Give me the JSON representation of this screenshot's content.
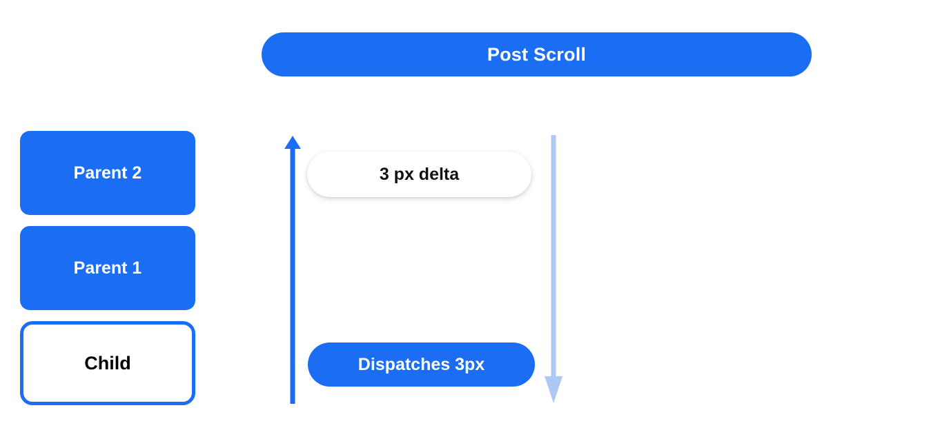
{
  "colors": {
    "brand_blue": "#1B6EF3",
    "light_blue": "#AEC8F5",
    "white": "#FFFFFF",
    "black": "#000000",
    "background": "#FFFFFF"
  },
  "header": {
    "title": "Post Scroll"
  },
  "element_stack": {
    "boxes": [
      {
        "label": "Parent 2",
        "style": "filled"
      },
      {
        "label": "Parent 1",
        "style": "filled"
      },
      {
        "label": "Child",
        "style": "outlined"
      }
    ]
  },
  "flow": {
    "up_arrow": {
      "name": "scroll-bubble-up-arrow",
      "direction": "up",
      "color": "#1B6EF3"
    },
    "down_arrow": {
      "name": "scroll-propagate-down-arrow",
      "direction": "down",
      "color": "#AEC8F5"
    },
    "annotations": [
      {
        "label": "3 px delta",
        "style": "white-pill"
      },
      {
        "label": "Dispatches 3px",
        "style": "blue-pill"
      }
    ]
  }
}
